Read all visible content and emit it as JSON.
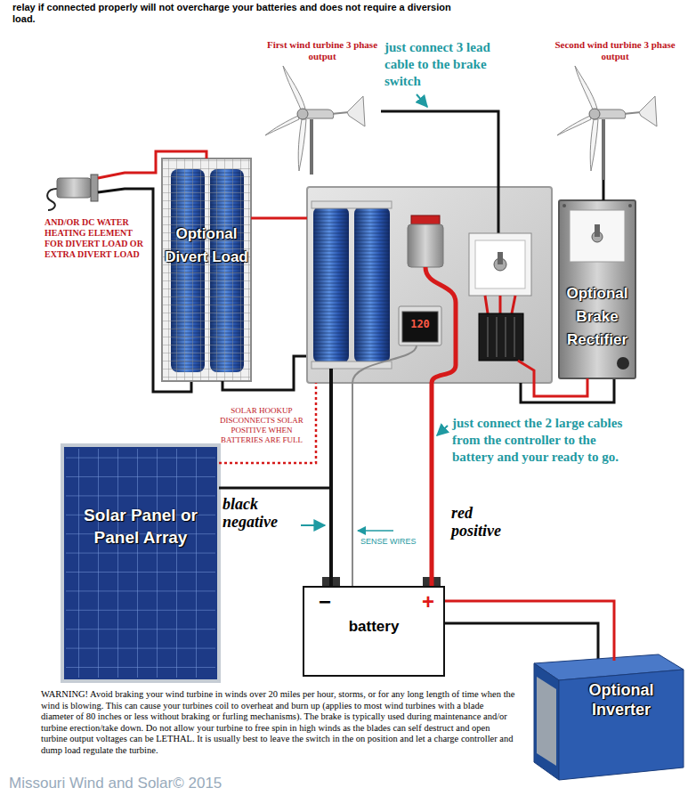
{
  "diagram": {
    "nodes": [
      {
        "text": [
          "First wind turbine 3 phase output"
        ]
      },
      {
        "text": [
          "Second wind turbine 3 phase output"
        ]
      },
      {
        "text": [
          "AND/OR DC WATER HEATING ELEMENT FOR DIVERT LOAD OR EXTRA DIVERT LOAD"
        ]
      },
      {
        "text": [
          "Optional Divert Load"
        ]
      },
      {
        "text": [
          "120"
        ]
      },
      {
        "text": [
          "Optional Brake Rectifier"
        ]
      },
      {
        "text": [
          "Solar Panel or Panel Array"
        ]
      },
      {
        "text": [
          "−",
          "+",
          "battery"
        ]
      },
      {
        "text": [
          "Optional Inverter"
        ]
      }
    ],
    "edges": [
      {
        "from": 2,
        "to": 3,
        "arrow": "none"
      },
      {
        "from": 3,
        "to": 4,
        "arrow": "none"
      },
      {
        "from": 0,
        "to": 4,
        "arrow": "none"
      },
      {
        "from": 1,
        "to": 5,
        "arrow": "none"
      },
      {
        "from": 5,
        "to": 4,
        "arrow": "none"
      },
      {
        "from": 6,
        "to": 4,
        "arrow": "none"
      },
      {
        "from": 4,
        "to": 7,
        "label": "black negative",
        "arrow": "none"
      },
      {
        "from": 4,
        "to": 7,
        "label": "SENSE WIRES",
        "arrow": "none"
      },
      {
        "from": 4,
        "to": 7,
        "label": "red positive",
        "arrow": "none"
      },
      {
        "from": 7,
        "to": 8,
        "arrow": "none"
      }
    ],
    "labels": [
      "relay if connected properly will not overcharge your batteries and does not require a diversion load.",
      "just connect 3 lead cable to the brake switch",
      "SOLAR HOOKUP DISCONNECTS SOLAR POSITIVE WHEN BATTERIES ARE FULL",
      "just connect the 2 large cables from the controller to the battery and your ready to go.",
      "WARNING! Avoid braking your wind turbine in winds over 20 miles per hour, storms, or for any long length of time when the wind is blowing. This can cause your turbines coil to overheat and burn up (applies to most wind turbines with a blade diameter of 80 inches or less without braking or furling mechanisms). The brake is typically used during maintenance and/or turbine erection/take down. Do not allow your turbine to free spin in high winds as the blades can self destruct and open turbine output voltages can be LETHAL. It is usually best to leave the switch in the on position and let a charge controller and dump load regulate the turbine.",
      "Missouri Wind and Solar© 2015"
    ]
  }
}
